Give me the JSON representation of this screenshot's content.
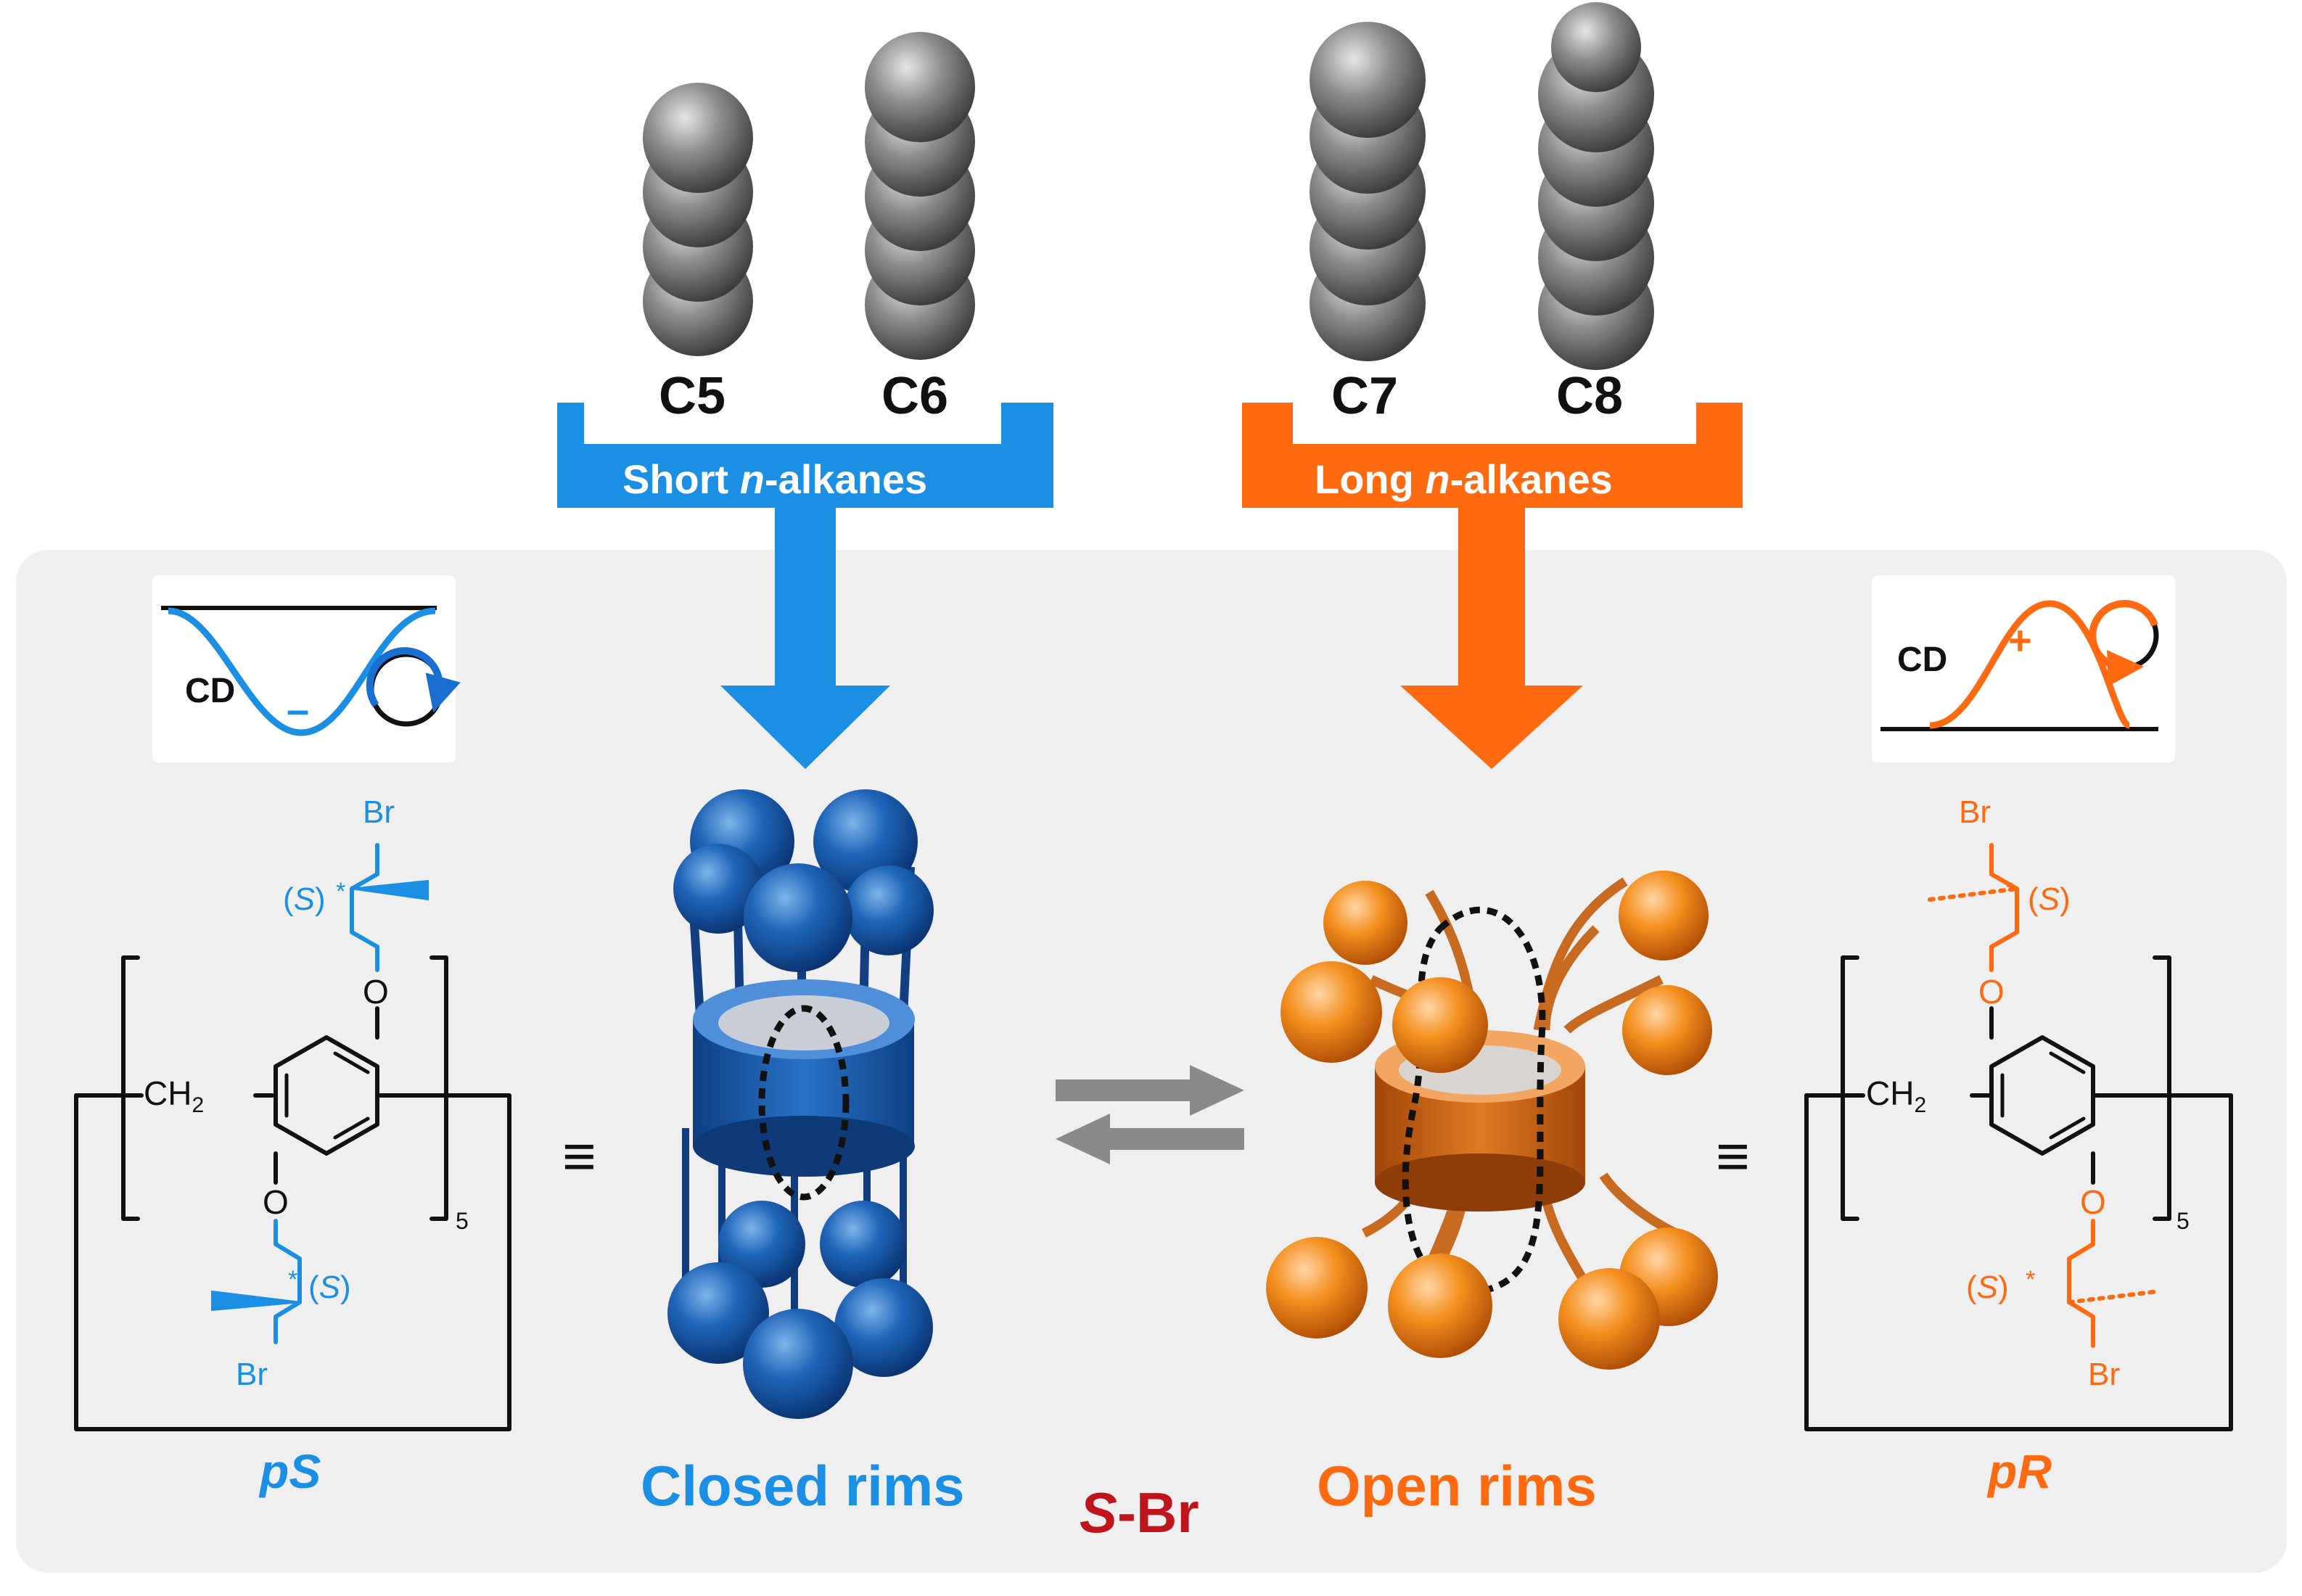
{
  "colors": {
    "blue": "#1a8fe3",
    "orange": "#ff6a10",
    "dark_red": "#c0141c",
    "panel_bg": "#efefef",
    "gray_arrow": "#8a8a8a"
  },
  "alkanes": {
    "c5": "C5",
    "c6": "C6",
    "c7": "C7",
    "c8": "C8"
  },
  "groups": {
    "short_pre": "Short ",
    "short_n": "n",
    "short_post": "-alkanes",
    "long_pre": "Long ",
    "long_n": "n",
    "long_post": "-alkanes"
  },
  "states": {
    "closed": "Closed rims",
    "open": "Open rims"
  },
  "center": {
    "s": "S",
    "rest": "-Br"
  },
  "left_struct": {
    "cd": "CD",
    "sign": "–",
    "br_top": "Br",
    "br_bottom": "Br",
    "s_top": "(S)",
    "s_bottom": "(S)",
    "star": "*",
    "o": "O",
    "ch2": "CH",
    "sub2": "2",
    "n": "5",
    "name": "pS"
  },
  "right_struct": {
    "cd": "CD",
    "sign": "+",
    "br_top": "Br",
    "br_bottom": "Br",
    "s_top": "(S)",
    "s_bottom": "(S)",
    "star": "*",
    "o": "O",
    "ch2": "CH",
    "sub2": "2",
    "n": "5",
    "name": "pR"
  },
  "equiv": "≡"
}
